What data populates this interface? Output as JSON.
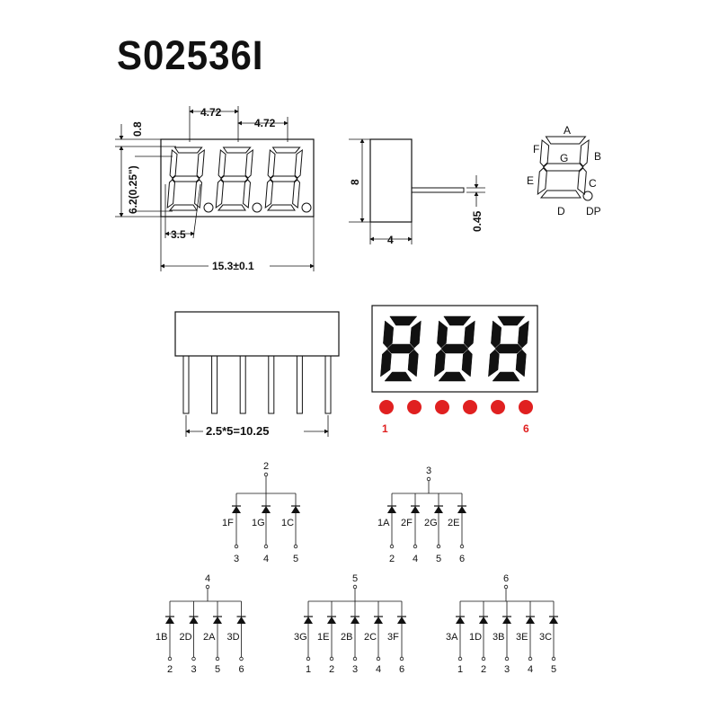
{
  "title": "S02536I",
  "front_view": {
    "dim_pitch1": "4.72",
    "dim_pitch2": "4.72",
    "dim_top": "0.8",
    "dim_height": "6.2(0.25\")",
    "dim_digit_width": "3.5",
    "dim_total_width": "15.3±0.1"
  },
  "side_view": {
    "dim_height": "8",
    "dim_depth": "4",
    "dim_pin": "0.45"
  },
  "segment_legend": {
    "labels": [
      "A",
      "B",
      "C",
      "D",
      "E",
      "F",
      "G",
      "DP"
    ]
  },
  "pin_view": {
    "pitch_label": "2.5*5=10.25",
    "display_digits": [
      "8",
      "8",
      "8"
    ],
    "pin_first": "1",
    "pin_last": "6",
    "pin_dot_color": "#e02020"
  },
  "circuits": [
    {
      "common": "2",
      "segments": [
        "1F",
        "1G",
        "1C"
      ],
      "pins": [
        "3",
        "4",
        "5"
      ]
    },
    {
      "common": "3",
      "segments": [
        "1A",
        "2F",
        "2G",
        "2E"
      ],
      "pins": [
        "2",
        "4",
        "5",
        "6"
      ]
    },
    {
      "common": "4",
      "segments": [
        "1B",
        "2D",
        "2A",
        "3D"
      ],
      "pins": [
        "2",
        "3",
        "5",
        "6"
      ]
    },
    {
      "common": "5",
      "segments": [
        "3G",
        "1E",
        "2B",
        "2C",
        "3F"
      ],
      "pins": [
        "1",
        "2",
        "3",
        "4",
        "6"
      ]
    },
    {
      "common": "6",
      "segments": [
        "3A",
        "1D",
        "3B",
        "3E",
        "3C"
      ],
      "pins": [
        "1",
        "2",
        "3",
        "4",
        "5"
      ]
    }
  ]
}
